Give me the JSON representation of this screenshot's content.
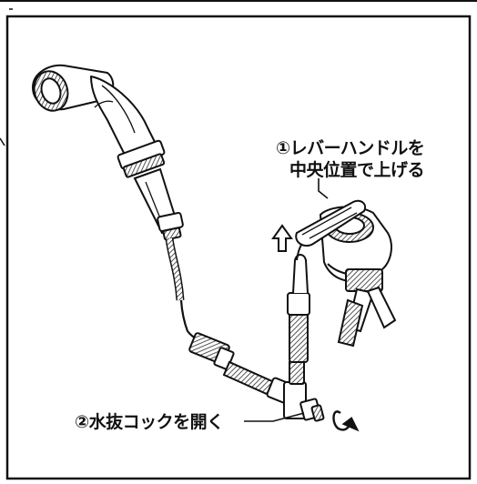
{
  "labels": {
    "step1_line1": "①レバーハンドルを",
    "step1_line2": "中央位置で上げる",
    "step2": "②水抜コックを開く"
  },
  "colors": {
    "ink": "#111111",
    "paper": "#ffffff",
    "hatch": "#2a2a2a"
  }
}
